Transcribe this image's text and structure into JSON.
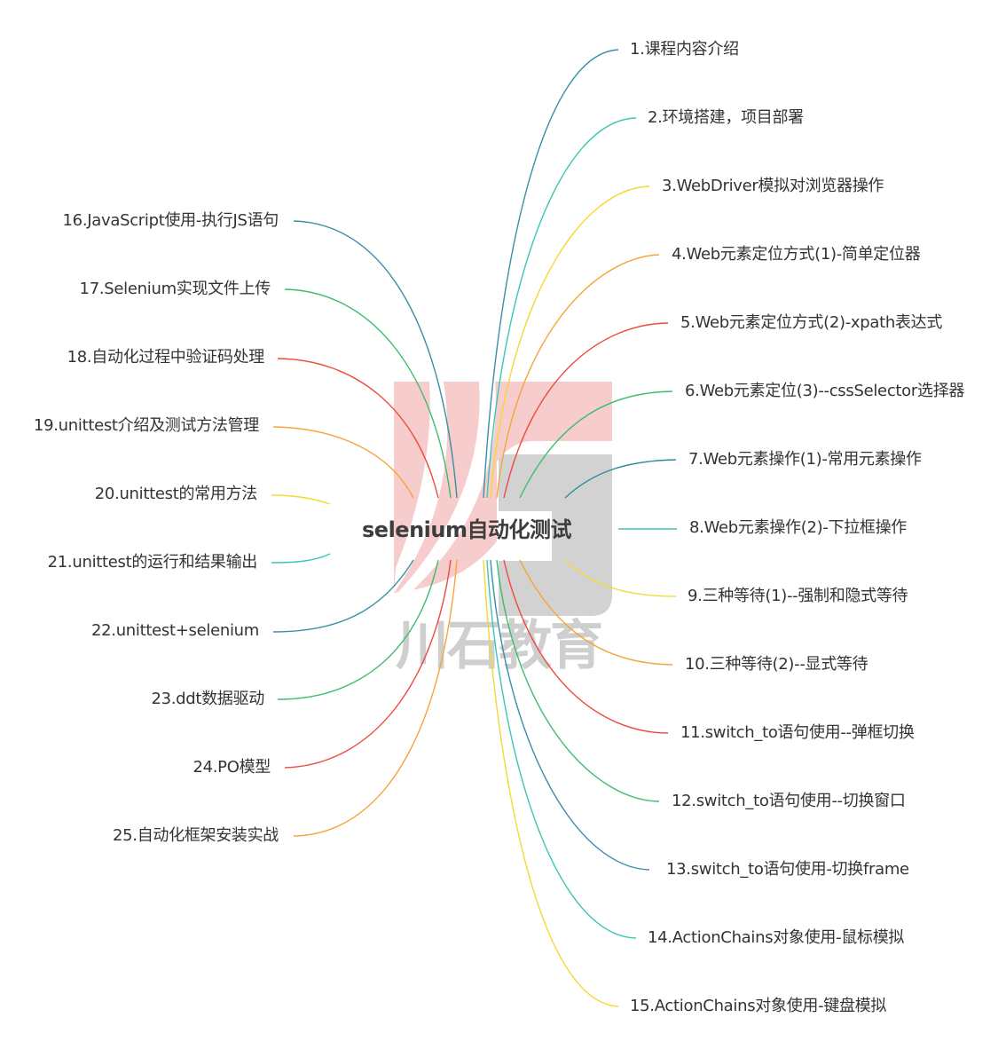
{
  "watermark": {
    "text": "川石教育",
    "colors": {
      "pink": "#f6cccc",
      "gray": "#d2d2d2"
    }
  },
  "root": {
    "label": "selenium自动化测试"
  },
  "branches": {
    "right": [
      {
        "label": "1.课程内容介绍",
        "color": "#3a8fa8"
      },
      {
        "label": "2.环境搭建，项目部署",
        "color": "#3cc6b4"
      },
      {
        "label": "3.WebDriver模拟对浏览器操作",
        "color": "#f5d833"
      },
      {
        "label": "4.Web元素定位方式(1)-简单定位器",
        "color": "#f6a53a"
      },
      {
        "label": "5.Web元素定位方式(2)-xpath表达式",
        "color": "#ee4a3e"
      },
      {
        "label": "6.Web元素定位(3)--cssSelector选择器",
        "color": "#3ebd6d"
      },
      {
        "label": "7.Web元素操作(1)-常用元素操作",
        "color": "#2f8aa0"
      },
      {
        "label": "8.Web元素操作(2)-下拉框操作",
        "color": "#3cc6b4"
      },
      {
        "label": "9.三种等待(1)--强制和隐式等待",
        "color": "#f5d833"
      },
      {
        "label": "10.三种等待(2)--显式等待",
        "color": "#f6a53a"
      },
      {
        "label": "11.switch_to语句使用--弹框切换",
        "color": "#ee4a3e"
      },
      {
        "label": "12.switch_to语句使用--切换窗口",
        "color": "#3ebd6d"
      },
      {
        "label": "13.switch_to语句使用-切换frame",
        "color": "#3a8fa8"
      },
      {
        "label": "14.ActionChains对象使用-鼠标模拟",
        "color": "#3cc6b4"
      },
      {
        "label": "15.ActionChains对象使用-键盘模拟",
        "color": "#f5d833"
      }
    ],
    "left": [
      {
        "label": "16.JavaScript使用-执行JS语句",
        "color": "#3a8fa8"
      },
      {
        "label": "17.Selenium实现文件上传",
        "color": "#3ebd6d"
      },
      {
        "label": "18.自动化过程中验证码处理",
        "color": "#ee4a3e"
      },
      {
        "label": "19.unittest介绍及测试方法管理",
        "color": "#f6a53a"
      },
      {
        "label": "20.unittest的常用方法",
        "color": "#f5d833"
      },
      {
        "label": "21.unittest的运行和结果输出",
        "color": "#3cc6b4"
      },
      {
        "label": "22.unittest+selenium",
        "color": "#3a8fa8"
      },
      {
        "label": "23.ddt数据驱动",
        "color": "#3ebd6d"
      },
      {
        "label": "24.PO模型",
        "color": "#ee4a3e"
      },
      {
        "label": "25.自动化框架安装实战",
        "color": "#f6a53a"
      }
    ]
  }
}
